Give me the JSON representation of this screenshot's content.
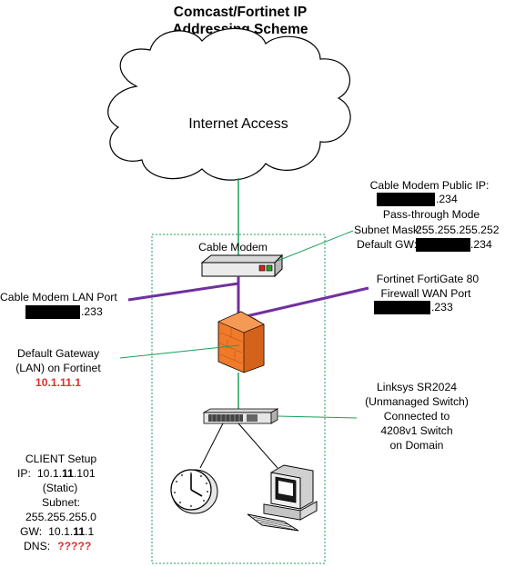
{
  "title": {
    "line1": "Comcast/Fortinet IP",
    "line2": "Addressing Scheme"
  },
  "cloud": {
    "label": "Internet Access"
  },
  "modem": {
    "label": "Cable Modem"
  },
  "modem_public": {
    "line1": "Cable Modem Public IP:",
    "ip_suffix": ".234",
    "line3": "Pass-through Mode",
    "mask_label": "Subnet Mask:",
    "mask_value": "255.255.255.252",
    "gw_label": "Default GW:",
    "gw_suffix": ".234"
  },
  "modem_lan": {
    "line1": "Cable Modem LAN Port",
    "ip_suffix": ".233"
  },
  "fortigate": {
    "line1": "Fortinet FortiGate 80",
    "line2": "Firewall WAN Port",
    "ip_suffix": ".233"
  },
  "default_gw": {
    "line1": "Default Gateway",
    "line2": "(LAN) on Fortinet",
    "ip": "10.1.11.1"
  },
  "switch": {
    "line1": "Linksys SR2024",
    "line2": "(Unmanaged Switch)",
    "line3": "Connected to",
    "line4": "4208v1 Switch",
    "line5": "on Domain"
  },
  "client": {
    "heading": "CLIENT Setup",
    "ip_label": "IP:",
    "ip_a": "10.1.",
    "ip_b": "11",
    "ip_c": ".101",
    "static": "(Static)",
    "subnet_label": "Subnet:",
    "subnet_value": "255.255.255.0",
    "gw_label": "GW:",
    "gw_a": "10.1.",
    "gw_b": "11",
    "gw_c": ".1",
    "dns_label": "DNS:",
    "dns_value": "?????"
  },
  "colors": {
    "green_line": "#1aa05a",
    "purple_line": "#7030a0",
    "red_text": "#e03030",
    "firewall": "#f07a2a"
  }
}
